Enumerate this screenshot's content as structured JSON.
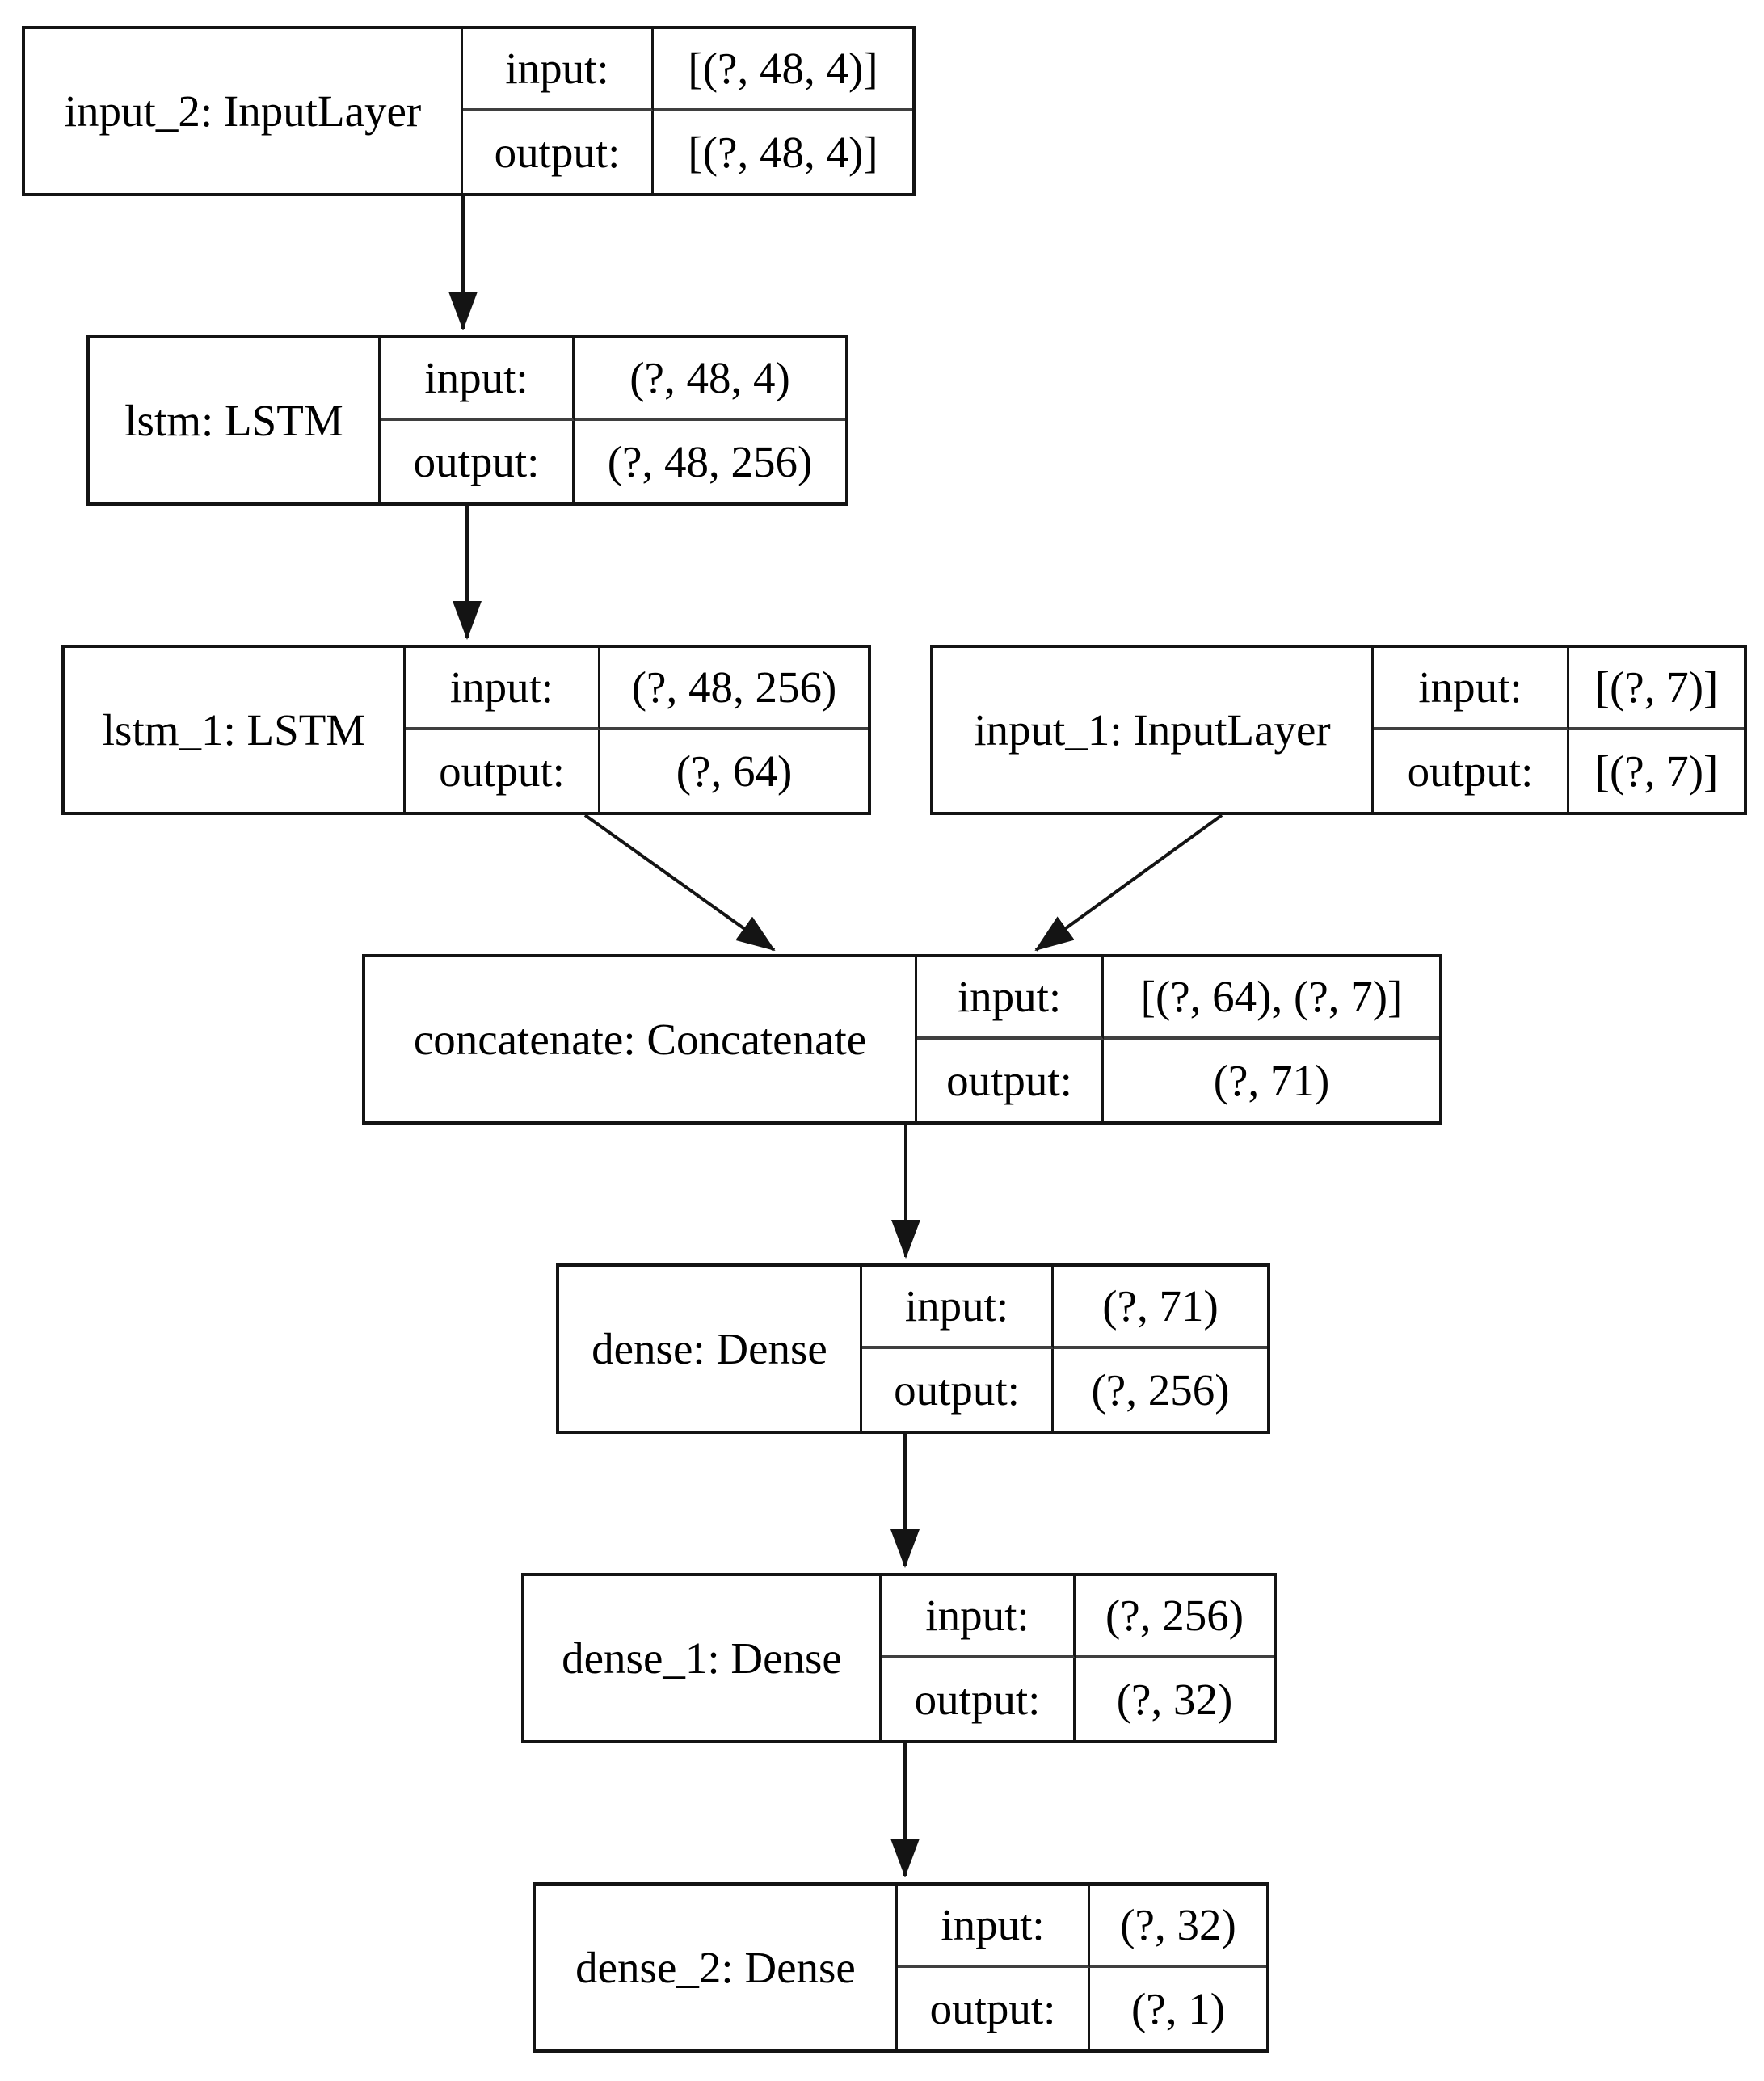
{
  "diagram_type": "keras-model-architecture",
  "io_labels": {
    "input": "input:",
    "output": "output:"
  },
  "nodes": [
    {
      "id": "input_2",
      "name": "input_2: InputLayer",
      "input_shape": "[(?, 48, 4)]",
      "output_shape": "[(?, 48, 4)]"
    },
    {
      "id": "lstm",
      "name": "lstm: LSTM",
      "input_shape": "(?, 48, 4)",
      "output_shape": "(?, 48, 256)"
    },
    {
      "id": "lstm_1",
      "name": "lstm_1: LSTM",
      "input_shape": "(?, 48, 256)",
      "output_shape": "(?, 64)"
    },
    {
      "id": "input_1",
      "name": "input_1: InputLayer",
      "input_shape": "[(?, 7)]",
      "output_shape": "[(?, 7)]"
    },
    {
      "id": "concatenate",
      "name": "concatenate: Concatenate",
      "input_shape": "[(?, 64), (?, 7)]",
      "output_shape": "(?, 71)"
    },
    {
      "id": "dense",
      "name": "dense: Dense",
      "input_shape": "(?, 71)",
      "output_shape": "(?, 256)"
    },
    {
      "id": "dense_1",
      "name": "dense_1: Dense",
      "input_shape": "(?, 256)",
      "output_shape": "(?, 32)"
    },
    {
      "id": "dense_2",
      "name": "dense_2: Dense",
      "input_shape": "(?, 32)",
      "output_shape": "(?, 1)"
    }
  ],
  "edges": [
    {
      "from": "input_2",
      "to": "lstm"
    },
    {
      "from": "lstm",
      "to": "lstm_1"
    },
    {
      "from": "lstm_1",
      "to": "concatenate"
    },
    {
      "from": "input_1",
      "to": "concatenate"
    },
    {
      "from": "concatenate",
      "to": "dense"
    },
    {
      "from": "dense",
      "to": "dense_1"
    },
    {
      "from": "dense_1",
      "to": "dense_2"
    }
  ],
  "colors": {
    "background": "#ffffff",
    "border": "#141414",
    "text": "#000000",
    "row_divider": "#3f3f3f"
  }
}
